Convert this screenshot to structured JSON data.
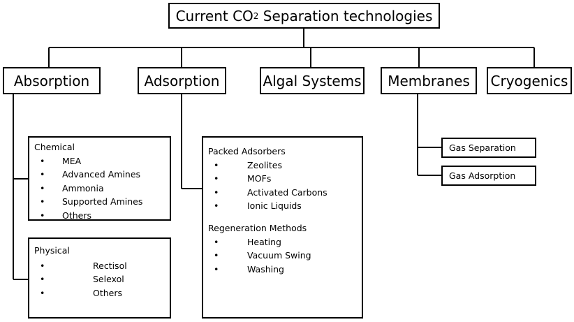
{
  "title": {
    "prefix": "Current CO",
    "subscript": "2",
    "suffix": " Separation technologies"
  },
  "categories": {
    "absorption": "Absorption",
    "adsorption": "Adsorption",
    "algal": "Algal Systems",
    "membranes": "Membranes",
    "cryogenics": "Cryogenics"
  },
  "absorption": {
    "chemical": {
      "title": "Chemical",
      "items": [
        "MEA",
        "Advanced Amines",
        "Ammonia",
        "Supported Amines",
        "Others"
      ]
    },
    "physical": {
      "title": "Physical",
      "items": [
        "Rectisol",
        "Selexol",
        "Others"
      ]
    }
  },
  "adsorption": {
    "packed": {
      "title": "Packed Adsorbers",
      "items": [
        "Zeolites",
        "MOFs",
        "Activated Carbons",
        "Ionic Liquids"
      ]
    },
    "regeneration": {
      "title": "Regeneration Methods",
      "items": [
        "Heating",
        "Vacuum Swing",
        "Washing"
      ]
    }
  },
  "membranes": {
    "items": [
      "Gas Separation",
      "Gas Adsorption"
    ]
  }
}
